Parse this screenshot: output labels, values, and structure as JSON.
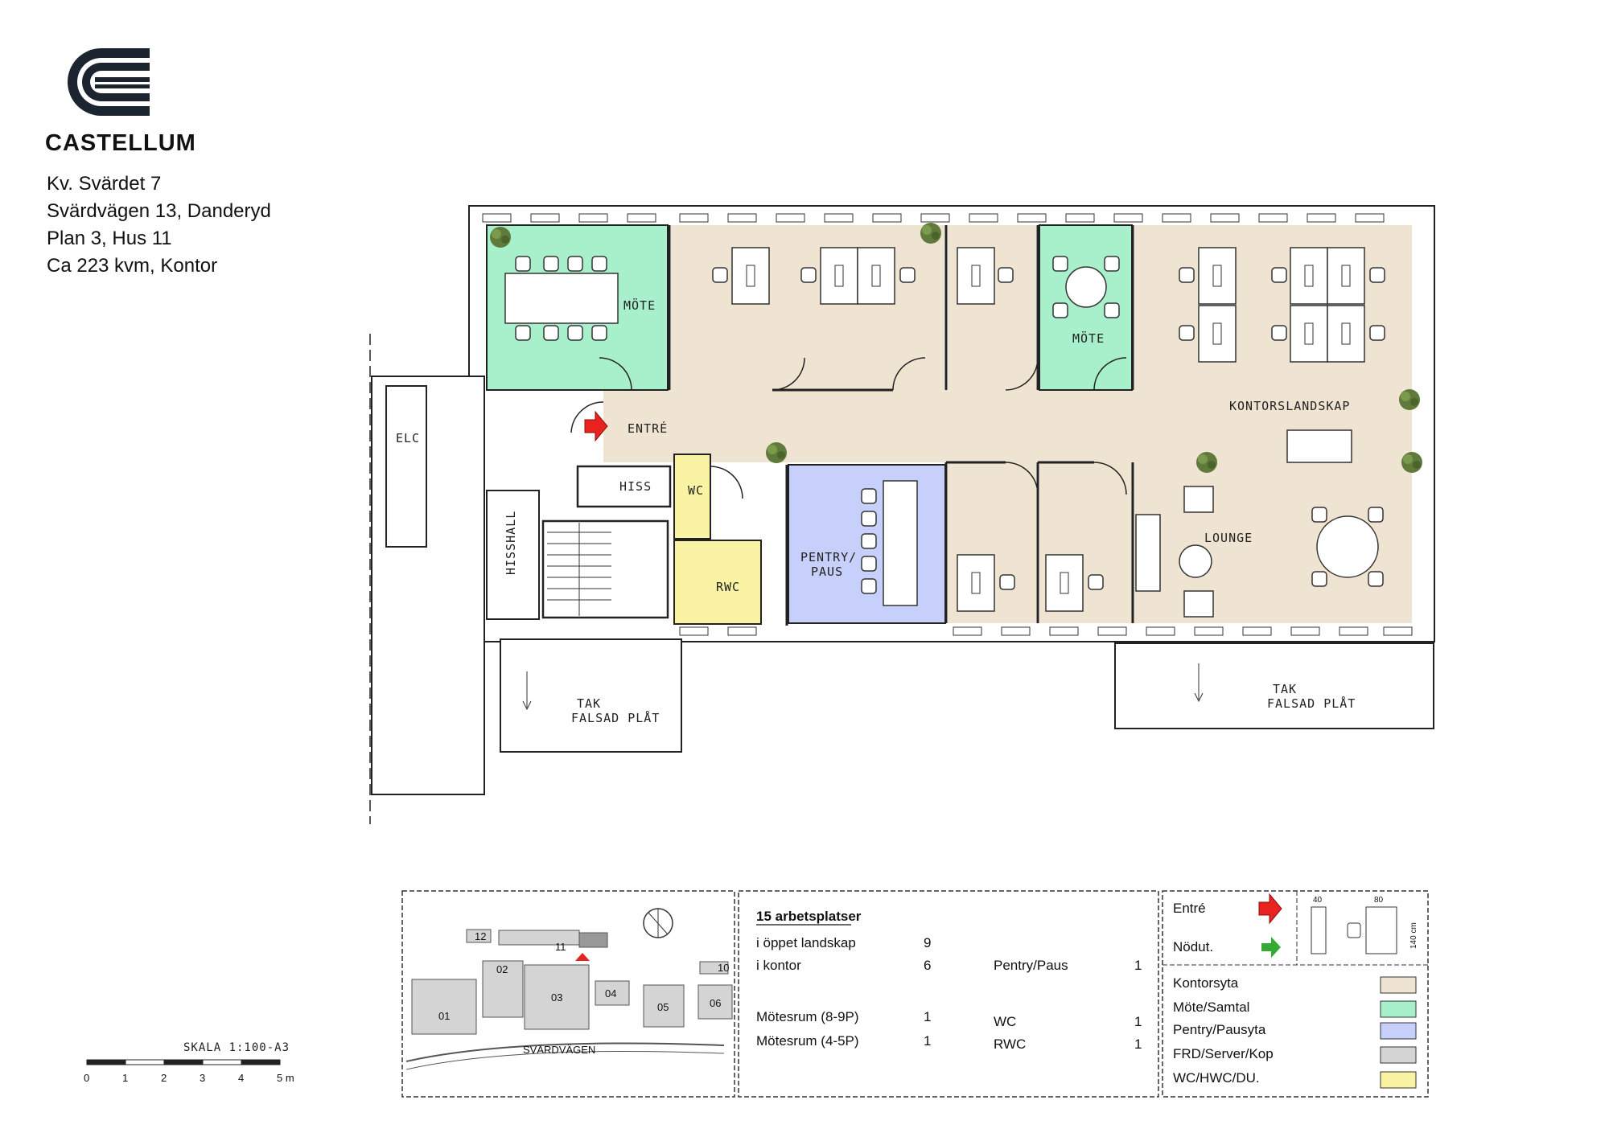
{
  "brand": {
    "name": "CASTELLUM"
  },
  "property": {
    "line1": "Kv. Svärdet 7",
    "line2": "Svärdvägen 13, Danderyd",
    "line3": "Plan 3, Hus 11",
    "line4": "Ca 223 kvm, Kontor"
  },
  "rooms": {
    "mote1": "MÖTE",
    "mote2": "MÖTE",
    "entre": "ENTRÉ",
    "elc": "ELC",
    "hiss": "HISS",
    "hisshall": "HISSHALL",
    "wc": "WC",
    "rwc": "RWC",
    "pentry_1": "PENTRY/",
    "pentry_2": "PAUS",
    "kontorslandskap": "KONTORSLANDSKAP",
    "lounge": "LOUNGE",
    "tak1_a": "TAK",
    "tak1_b": "FALSAD PLÅT",
    "tak2_a": "TAK",
    "tak2_b": "FALSAD PLÅT"
  },
  "scale": {
    "label": "SKALA 1:100-A3",
    "ticks": [
      "0",
      "1",
      "2",
      "3",
      "4",
      "5 m"
    ]
  },
  "site_map": {
    "buildings": [
      "01",
      "02",
      "03",
      "04",
      "05",
      "06",
      "10",
      "11",
      "12"
    ],
    "street": "SVÄRDVÄGEN"
  },
  "summary": {
    "title": "15 arbetsplatser",
    "rows": [
      {
        "label": "i öppet landskap",
        "value": "9"
      },
      {
        "label": "i kontor",
        "value": "6"
      },
      {
        "label": "Mötesrum (8-9P)",
        "value": "1"
      },
      {
        "label": "Mötesrum (4-5P)",
        "value": "1"
      }
    ],
    "extras": [
      {
        "label": "Pentry/Paus",
        "value": "1"
      },
      {
        "label": "WC",
        "value": "1"
      },
      {
        "label": "RWC",
        "value": "1"
      }
    ]
  },
  "legend": {
    "entre": "Entré",
    "nodut": "Nödut.",
    "dims": {
      "w1": "40",
      "w2": "80",
      "h": "140 cm"
    },
    "areas": [
      {
        "label": "Kontorsyta",
        "color": "#efe4d2"
      },
      {
        "label": "Möte/Samtal",
        "color": "#a8f0cc"
      },
      {
        "label": "Pentry/Pausyta",
        "color": "#c7d0fa"
      },
      {
        "label": "FRD/Server/Kop",
        "color": "#d4d4d4"
      },
      {
        "label": "WC/HWC/DU.",
        "color": "#faf3a4"
      }
    ]
  },
  "colors": {
    "office": "#efe4d2",
    "meeting": "#a8f0cc",
    "pentry": "#c7d0fa",
    "wc": "#faf3a4",
    "server": "#d4d4d4",
    "entre_arrow": "#e8231f",
    "nodut_arrow": "#33aa33"
  }
}
